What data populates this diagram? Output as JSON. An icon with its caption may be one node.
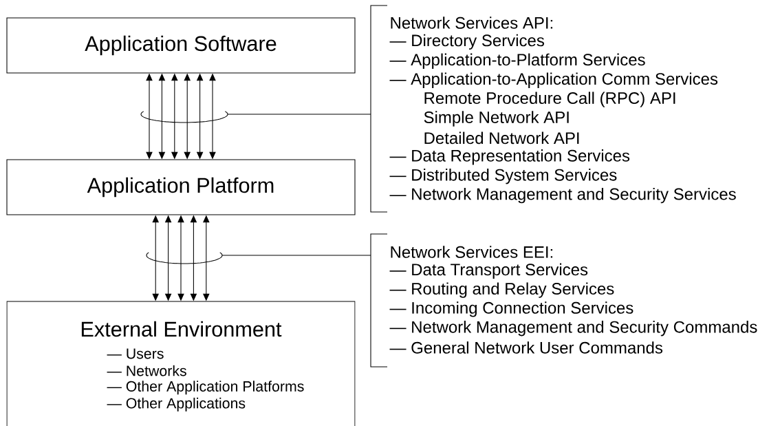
{
  "diagram": {
    "nodes": [
      {
        "text": [
          "Application Software"
        ]
      },
      {
        "text": [
          "Application Platform"
        ]
      },
      {
        "text": [
          "External Environment",
          "— Users",
          "— Networks",
          "— Other Application Platforms",
          "— Other Applications"
        ]
      },
      {
        "text": [
          "Network Services API:",
          "— Directory Services",
          "— Application-to-Platform Services",
          "— Application-to-Application Comm Services",
          "Remote Procedure Call (RPC) API",
          "Simple Network API",
          "Detailed Network API",
          "— Data Representation Services",
          "— Distributed System Services",
          "— Network Management and Security Services"
        ]
      },
      {
        "text": [
          "Network Services EEI:",
          "— Data Transport Services",
          "— Routing and Relay Services",
          "— Incoming Connection Services",
          "— Network Management and Security Commands",
          "— General Network User Commands"
        ]
      }
    ],
    "edges": [
      {
        "from": 0,
        "to": 1,
        "arrow": "both"
      },
      {
        "from": 0,
        "to": 1,
        "arrow": "both"
      },
      {
        "from": 0,
        "to": 1,
        "arrow": "both"
      },
      {
        "from": 0,
        "to": 1,
        "arrow": "both"
      },
      {
        "from": 0,
        "to": 1,
        "arrow": "both"
      },
      {
        "from": 0,
        "to": 1,
        "arrow": "both"
      },
      {
        "from": 1,
        "to": 2,
        "arrow": "both"
      },
      {
        "from": 1,
        "to": 2,
        "arrow": "both"
      },
      {
        "from": 1,
        "to": 2,
        "arrow": "both"
      },
      {
        "from": 1,
        "to": 2,
        "arrow": "both"
      },
      {
        "from": 1,
        "to": 2,
        "arrow": "both"
      },
      {
        "from": null,
        "to": 3,
        "arrow": "none"
      },
      {
        "from": null,
        "to": 4,
        "arrow": "none"
      }
    ]
  }
}
